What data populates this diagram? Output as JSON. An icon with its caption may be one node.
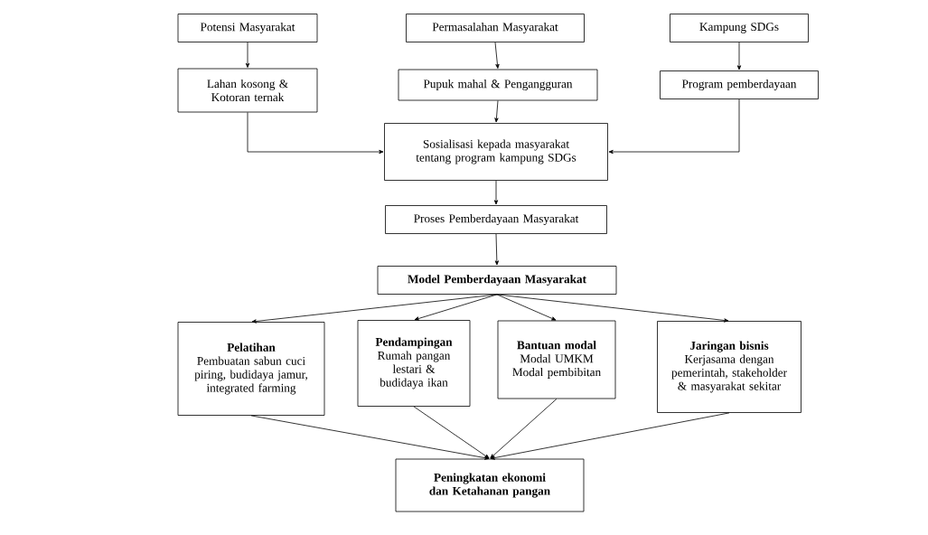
{
  "diagram": {
    "nodes": [
      {
        "text": [
          "Potensi Masyarakat"
        ]
      },
      {
        "text": [
          "Permasalahan Masyarakat"
        ]
      },
      {
        "text": [
          "Kampung SDGs"
        ]
      },
      {
        "text": [
          "Lahan kosong & Kotoran ternak"
        ]
      },
      {
        "text": [
          "Pupuk mahal & Pengangguran"
        ]
      },
      {
        "text": [
          "Program pemberdayaan"
        ]
      },
      {
        "text": [
          "Sosialisasi kepada masyarakat tentang program kampung SDGs"
        ]
      },
      {
        "text": [
          "Proses Pemberdayaan Masyarakat"
        ]
      },
      {
        "text": [
          "Model Pemberdayaan Masyarakat"
        ]
      },
      {
        "text": [
          "Pelatihan",
          "Pembuatan sabun cuci piring, budidaya jamur, integrated farming"
        ]
      },
      {
        "text": [
          "Pendampingan",
          "Rumah pangan lestari & budidaya ikan"
        ]
      },
      {
        "text": [
          "Bantuan modal",
          "Modal UMKM Modal pembibitan"
        ]
      },
      {
        "text": [
          "Jaringan bisnis",
          "Kerjasama dengan pemerintah, stakeholder & masyarakat sekitar"
        ]
      },
      {
        "text": [
          "Peningkatan ekonomi dan Ketahanan pangan"
        ]
      }
    ],
    "edges": [
      {
        "from": 0,
        "to": 3,
        "arrow": "to"
      },
      {
        "from": 1,
        "to": 4,
        "arrow": "to"
      },
      {
        "from": 2,
        "to": 5,
        "arrow": "to"
      },
      {
        "from": 3,
        "to": 6,
        "arrow": "to"
      },
      {
        "from": 4,
        "to": 6,
        "arrow": "to"
      },
      {
        "from": 5,
        "to": 6,
        "arrow": "to"
      },
      {
        "from": 6,
        "to": 7,
        "arrow": "to"
      },
      {
        "from": 7,
        "to": 8,
        "arrow": "to"
      },
      {
        "from": 8,
        "to": 9,
        "arrow": "to"
      },
      {
        "from": 8,
        "to": 10,
        "arrow": "to"
      },
      {
        "from": 8,
        "to": 11,
        "arrow": "to"
      },
      {
        "from": 8,
        "to": 12,
        "arrow": "to"
      },
      {
        "from": 9,
        "to": 13,
        "arrow": "to"
      },
      {
        "from": 10,
        "to": 13,
        "arrow": "to"
      },
      {
        "from": 11,
        "to": 13,
        "arrow": "to"
      },
      {
        "from": 12,
        "to": 13,
        "arrow": "to"
      }
    ]
  }
}
